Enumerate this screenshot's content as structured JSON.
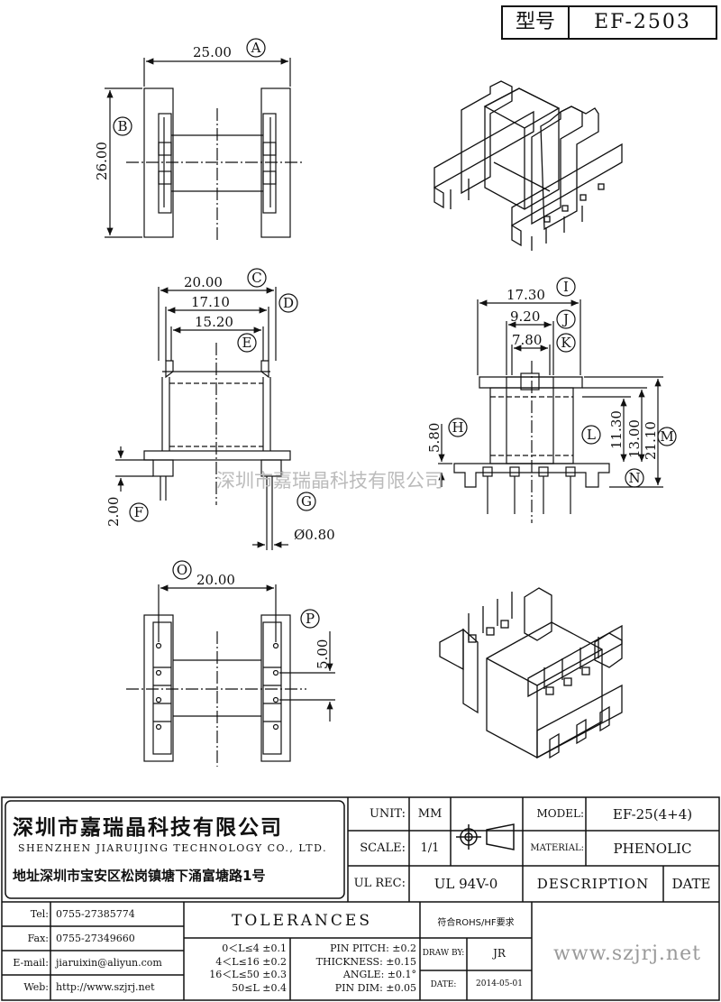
{
  "header": {
    "model_label": "型号",
    "model_value": "EF-2503"
  },
  "dimensions": {
    "A": "25.00",
    "B": "26.00",
    "C": "20.00",
    "D": "17.10",
    "E": "15.20",
    "F": "2.00",
    "G": "Ø0.80",
    "H": "5.80",
    "I": "17.30",
    "J": "9.20",
    "K": "7.80",
    "L": "11.30",
    "M": "21.10",
    "L2": "13.00",
    "O": "20.00",
    "P": "5.00"
  },
  "labels": [
    "A",
    "B",
    "C",
    "D",
    "E",
    "F",
    "G",
    "H",
    "I",
    "J",
    "K",
    "L",
    "M",
    "N",
    "O",
    "P"
  ],
  "watermark": "深圳市嘉瑞晶科技有限公司",
  "company": {
    "name_cn": "深圳市嘉瑞晶科技有限公司",
    "name_en": "SHENZHEN JIARUIJING TECHNOLOGY CO., LTD.",
    "address": "地址深圳市宝安区松岗镇塘下涌富塘路1号"
  },
  "contact": [
    {
      "label": "Tel:",
      "value": "0755-27385774"
    },
    {
      "label": "Fax:",
      "value": "0755-27349660"
    },
    {
      "label": "E-mail:",
      "value": "jiaruixin@aliyun.com"
    },
    {
      "label": "Web:",
      "value": "http://www.szjrj.net"
    }
  ],
  "title_block": {
    "unit_label": "UNIT:",
    "unit_value": "MM",
    "scale_label": "SCALE:",
    "scale_value": "1/1",
    "model_label": "MODEL:",
    "model_value": "EF-25(4+4)",
    "material_label": "MATERIAL:",
    "material_value": "PHENOLIC",
    "ul_label": "UL REC:",
    "ul_value": "UL 94V-0",
    "description_label": "DESCRIPTION",
    "date_label": "DATE",
    "tolerances_label": "TOLERANCES",
    "rohs": "符合ROHS/HF要求",
    "drawn_label": "DRAW BY:",
    "drawn_value": "JR",
    "date_row_label": "DATE:",
    "date_value": "2014-05-01",
    "website": "www.szjrj.net"
  },
  "tolerances": [
    "0＜L≤4 ±0.1",
    "4＜L≤16 ±0.2",
    "16＜L≤50 ±0.3",
    "50≤L ±0.4"
  ],
  "tolerances2": [
    "PIN PITCH: ±0.2",
    "THICKNESS: ±0.15",
    "ANGLE: ±0.1°",
    "PIN DIM: ±0.05"
  ]
}
